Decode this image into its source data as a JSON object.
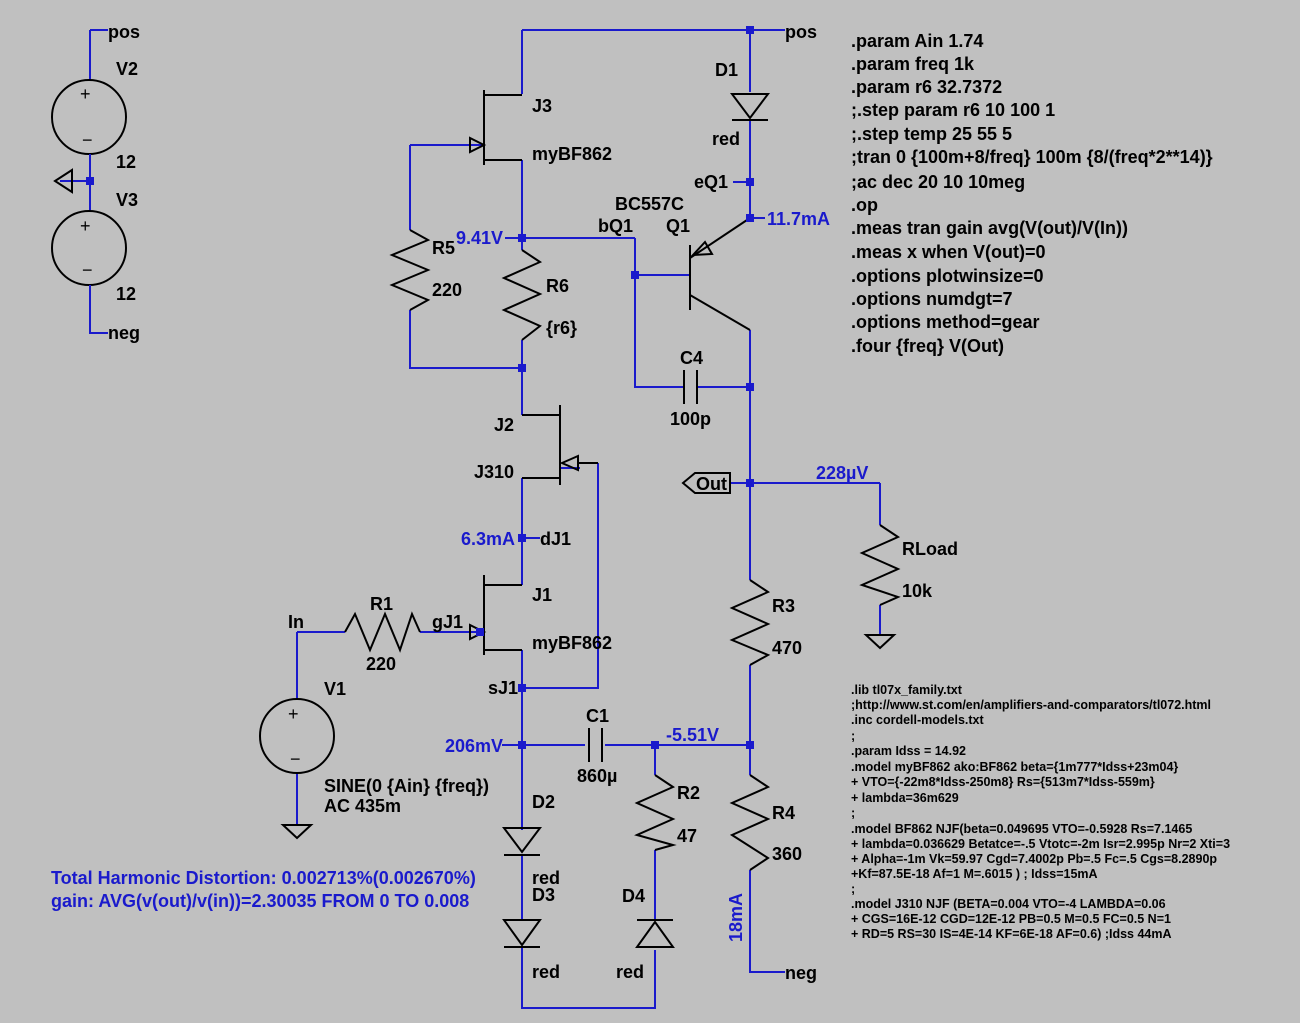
{
  "colors": {
    "background": "#c0c0c0",
    "wire": "#1a1acc",
    "component": "#000000",
    "annotation": "#1a1acc"
  },
  "netlabels": {
    "pos": "pos",
    "neg": "neg",
    "in": "In",
    "out": "Out",
    "dJ1": "dJ1",
    "gJ1": "gJ1",
    "sJ1": "sJ1",
    "bQ1": "bQ1",
    "eQ1": "eQ1"
  },
  "components": {
    "V2": {
      "name": "V2",
      "value": "12"
    },
    "V3": {
      "name": "V3",
      "value": "12"
    },
    "V1": {
      "name": "V1",
      "value_line1": "SINE(0 {Ain} {freq})",
      "value_line2": "AC 435m"
    },
    "J3": {
      "name": "J3",
      "model": "myBF862"
    },
    "J2": {
      "name": "J2",
      "model": "J310"
    },
    "J1": {
      "name": "J1",
      "model": "myBF862"
    },
    "Q1": {
      "name": "Q1",
      "model": "BC557C"
    },
    "D1": {
      "name": "D1",
      "model": "red"
    },
    "D2": {
      "name": "D2",
      "model": "red"
    },
    "D3": {
      "name": "D3",
      "model": "red"
    },
    "D4": {
      "name": "D4",
      "model": "red"
    },
    "R1": {
      "name": "R1",
      "value": "220"
    },
    "R2": {
      "name": "R2",
      "value": "47"
    },
    "R3": {
      "name": "R3",
      "value": "470"
    },
    "R4": {
      "name": "R4",
      "value": "360"
    },
    "R5": {
      "name": "R5",
      "value": "220"
    },
    "R6": {
      "name": "R6",
      "value": "{r6}"
    },
    "RLoad": {
      "name": "RLoad",
      "value": "10k"
    },
    "C1": {
      "name": "C1",
      "value": "860µ"
    },
    "C4": {
      "name": "C4",
      "value": "100p"
    }
  },
  "probes": {
    "v_bq1": "9.41V",
    "i_q1": "11.7mA",
    "i_dj1": "6.3mA",
    "v_sj1": "206mV",
    "v_r2": "-5.51V",
    "v_out": "228µV",
    "i_r4": "18mA"
  },
  "directives": [
    ".param Ain 1.74",
    ".param freq 1k",
    ".param r6 32.7372",
    ";.step param r6 10 100 1",
    ";.step temp 25 55 5",
    ";tran 0 {100m+8/freq} 100m {8/(freq*2**14)}",
    ";ac dec 20 10 10meg",
    ".op",
    ".meas tran gain avg(V(out)/V(In))",
    ".meas x when V(out)=0",
    ".options plotwinsize=0",
    ".options numdgt=7",
    ".options method=gear",
    ".four {freq} V(Out)"
  ],
  "models": [
    ".lib tl07x_family.txt",
    ";http://www.st.com/en/amplifiers-and-comparators/tl072.html",
    ".inc cordell-models.txt",
    ";",
    ".param Idss = 14.92",
    ".model myBF862 ako:BF862 beta={1m777*Idss+23m04}",
    "+ VTO={-22m8*Idss-250m8} Rs={513m7*Idss-559m}",
    "+ lambda=36m629",
    ";",
    ".model BF862 NJF(beta=0.049695 VTO=-0.5928 Rs=7.1465",
    "+ lambda=0.036629 Betatce=-.5 Vtotc=-2m Isr=2.995p Nr=2 Xti=3",
    "+ Alpha=-1m Vk=59.97 Cgd=7.4002p Pb=.5 Fc=.5 Cgs=8.2890p",
    "+Kf=87.5E-18 Af=1 M=.6015 ) ; Idss=15mA",
    ";",
    ".model J310 NJF (BETA=0.004 VTO=-4 LAMBDA=0.06",
    "+ CGS=16E-12 CGD=12E-12 PB=0.5 M=0.5 FC=0.5 N=1",
    "+ RD=5 RS=30 IS=4E-14 KF=6E-18 AF=0.6) ;Idss 44mA"
  ],
  "results": {
    "thd": "Total Harmonic Distortion: 0.002713%(0.002670%)",
    "gain": "gain: AVG(v(out)/v(in))=2.30035 FROM 0 TO 0.008"
  }
}
